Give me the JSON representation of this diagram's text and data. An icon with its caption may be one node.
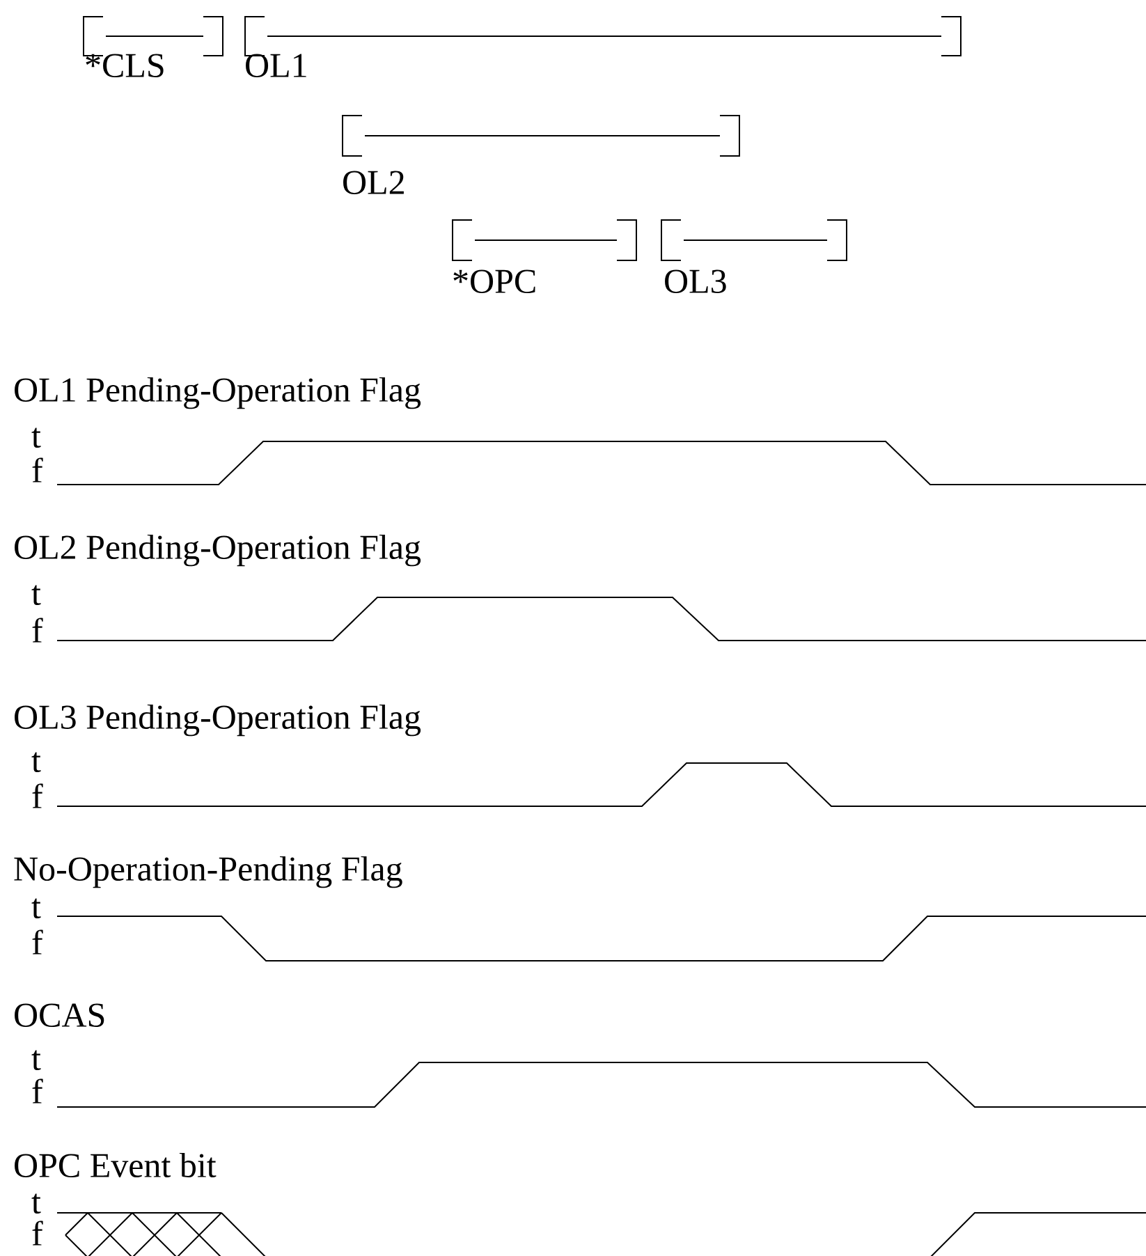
{
  "diagram": {
    "labels": [
      "*CLS",
      "OL1",
      "OL2",
      "*OPC",
      "OL3",
      "OL1 Pending-Operation Flag",
      "t",
      "f",
      "OL2 Pending-Operation Flag",
      "t",
      "f",
      "OL3 Pending-Operation Flag",
      "t",
      "f",
      "No-Operation-Pending Flag",
      "t",
      "f",
      "OCAS",
      "t",
      "f",
      "OPC Event bit",
      "t",
      "f"
    ]
  }
}
